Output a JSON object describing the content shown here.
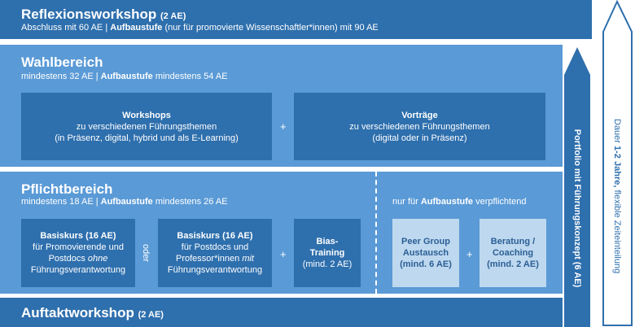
{
  "reflexion": {
    "title": "Reflexionsworkshop",
    "ae": "(2 AE)",
    "line_pre": "Abschluss mit 60 AE | ",
    "line_bold": "Aufbaustufe",
    "line_post": " (nur für promovierte Wissenschaftler*innen) mit 90 AE"
  },
  "wahlbereich": {
    "title": "Wahlbereich",
    "line_pre": "mindestens 32 AE | ",
    "line_bold": "Aufbaustufe",
    "line_post": " mindestens 54 AE",
    "workshops": {
      "title": "Workshops",
      "line1": "zu verschiedenen Führungsthemen",
      "line2": "(in Präsenz, digital, hybrid und als E-Learning)"
    },
    "plus": "+",
    "vortraege": {
      "title": "Vorträge",
      "line1": "zu verschiedenen Führungsthemen",
      "line2": "(digital oder in Präsenz)"
    }
  },
  "pflichtbereich": {
    "title": "Pflichtbereich",
    "line_pre": "mindestens 18 AE | ",
    "line_bold": "Aufbaustufe",
    "line_post": " mindestens 26 AE",
    "basis1": {
      "title": "Basiskurs (16 AE)",
      "line1": "für Promovierende und",
      "line2_pre": "Postdocs ",
      "line2_em": "ohne",
      "line3": "Führungsverantwortung"
    },
    "oder": "oder",
    "basis2": {
      "title": "Basiskurs (16 AE)",
      "line1": "für Postdocs und",
      "line2_pre": "Professor*innen ",
      "line2_em": "mit",
      "line3": "Führungsverantwortung"
    },
    "plus": "+",
    "bias": {
      "line1": "Bias-",
      "line2": "Training",
      "line3": "(mind. 2 AE)"
    },
    "aufbau_note_pre": "nur für ",
    "aufbau_note_bold": "Aufbaustufe",
    "aufbau_note_post": " verpflichtend",
    "peer": {
      "line1": "Peer Group",
      "line2": "Austausch",
      "line3": "(mind. 6 AE)"
    },
    "plus2": "+",
    "beratung": {
      "line1": "Beratung /",
      "line2": "Coaching",
      "line3": "(mind. 2 AE)"
    }
  },
  "auftakt": {
    "title": "Auftaktworkshop",
    "ae": "(2 AE)"
  },
  "portfolio": "Portfolio mit Führungskonzept (6 AE)",
  "dauer": {
    "pre": "Dauer ",
    "bold": "1-2 Jahre,",
    "post": " flexible Zeiteinteilung"
  },
  "colors": {
    "dark_blue": "#2e6fad",
    "mid_blue": "#5a9ad6",
    "light_blue": "#bed8ef"
  }
}
